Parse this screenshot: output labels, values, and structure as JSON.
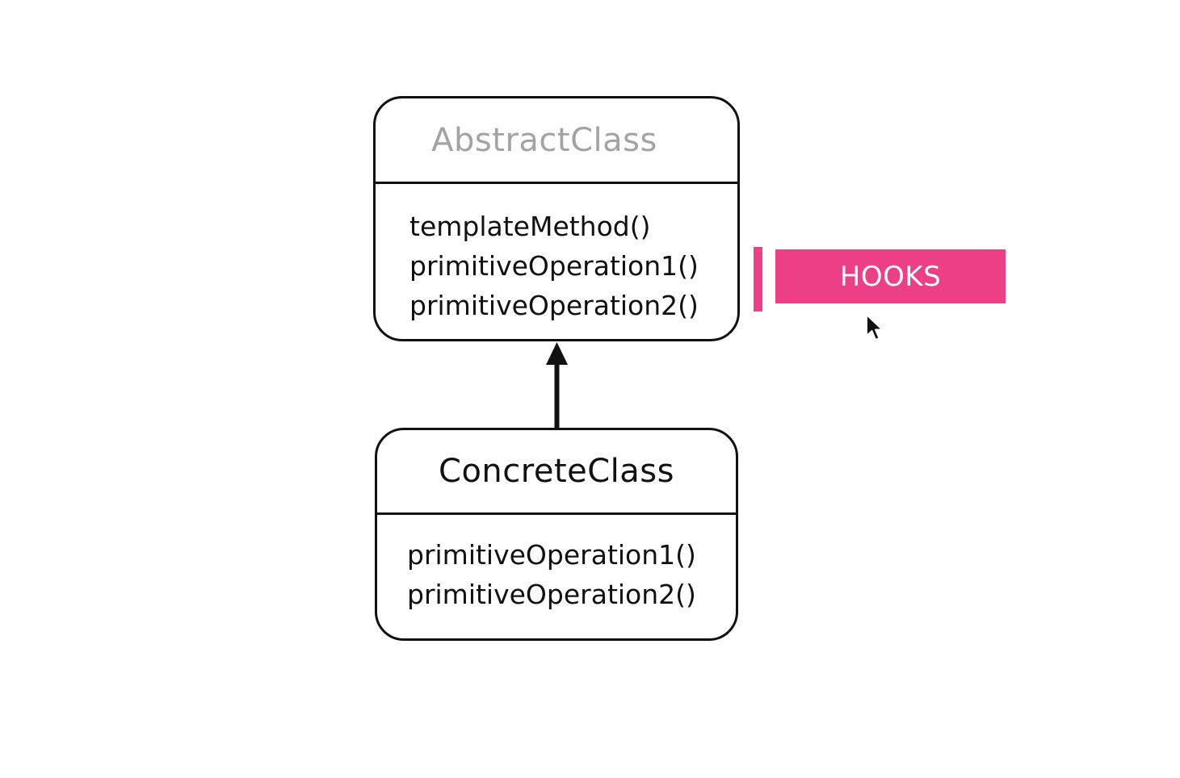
{
  "abstract_class": {
    "name": "AbstractClass",
    "operations": [
      "templateMethod()",
      "primitiveOperation1()",
      "primitiveOperation2()"
    ]
  },
  "concrete_class": {
    "name": "ConcreteClass",
    "operations": [
      "primitiveOperation1()",
      "primitiveOperation2()"
    ]
  },
  "hooks_label": {
    "text": "HOOKS"
  },
  "colors": {
    "accent": "#ec3f86",
    "muted_title": "#a3a3a3",
    "stroke": "#111111"
  },
  "icons": {
    "arrow": "inheritance-arrow-icon",
    "cursor": "mouse-pointer-icon"
  }
}
